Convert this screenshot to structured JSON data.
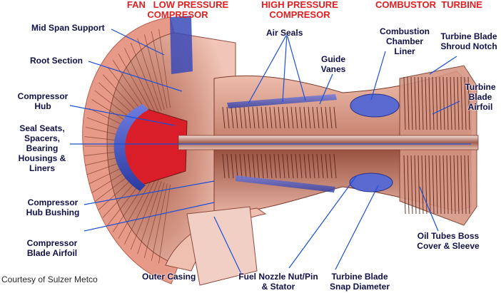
{
  "colors": {
    "header": "#e02020",
    "label": "#10104a",
    "leader": "#1a4fd8",
    "casing": "#e8a898",
    "blade": "#c97a66",
    "accent_red": "#d91e2a",
    "accent_blue": "#3a4ab8"
  },
  "headers": {
    "fan_lp": "FAN   LOW PRESSURE\nCOMPRESOR",
    "hp": "HIGH PRESSURE\nCOMPRESOR",
    "combustor_turbine": "COMBUSTOR  TURBINE"
  },
  "labels": {
    "mid_span_support": "Mid Span Support",
    "root_section": "Root Section",
    "compressor_hub": "Compressor\nHub",
    "seal_seats": "Seal Seats,\nSpacers,\nBearing\nHousings &\nLiners",
    "compressor_hub_bushing": "Compressor\nHub Bushing",
    "compressor_blade_airfoil": "Compressor\nBlade Airfoil",
    "outer_casing": "Outer Casing",
    "air_seals": "Air Seals",
    "guide_vanes": "Guide\nVanes",
    "combustion_chamber_liner": "Combustion\nChamber\nLiner",
    "turbine_blade_shroud_notch": "Turbine Blade\nShroud Notch",
    "turbine_blade_airfoil": "Turbine\nBlade\nAirfoil",
    "oil_tubes_boss": "Oil Tubes Boss\nCover & Sleeve",
    "fuel_nozzle": "Fuel Nozzle Nut/Pin\n& Stator",
    "turbine_blade_snap": "Turbine Blade\nSnap Diameter"
  },
  "credit": "Courtesy of Sulzer Metco"
}
